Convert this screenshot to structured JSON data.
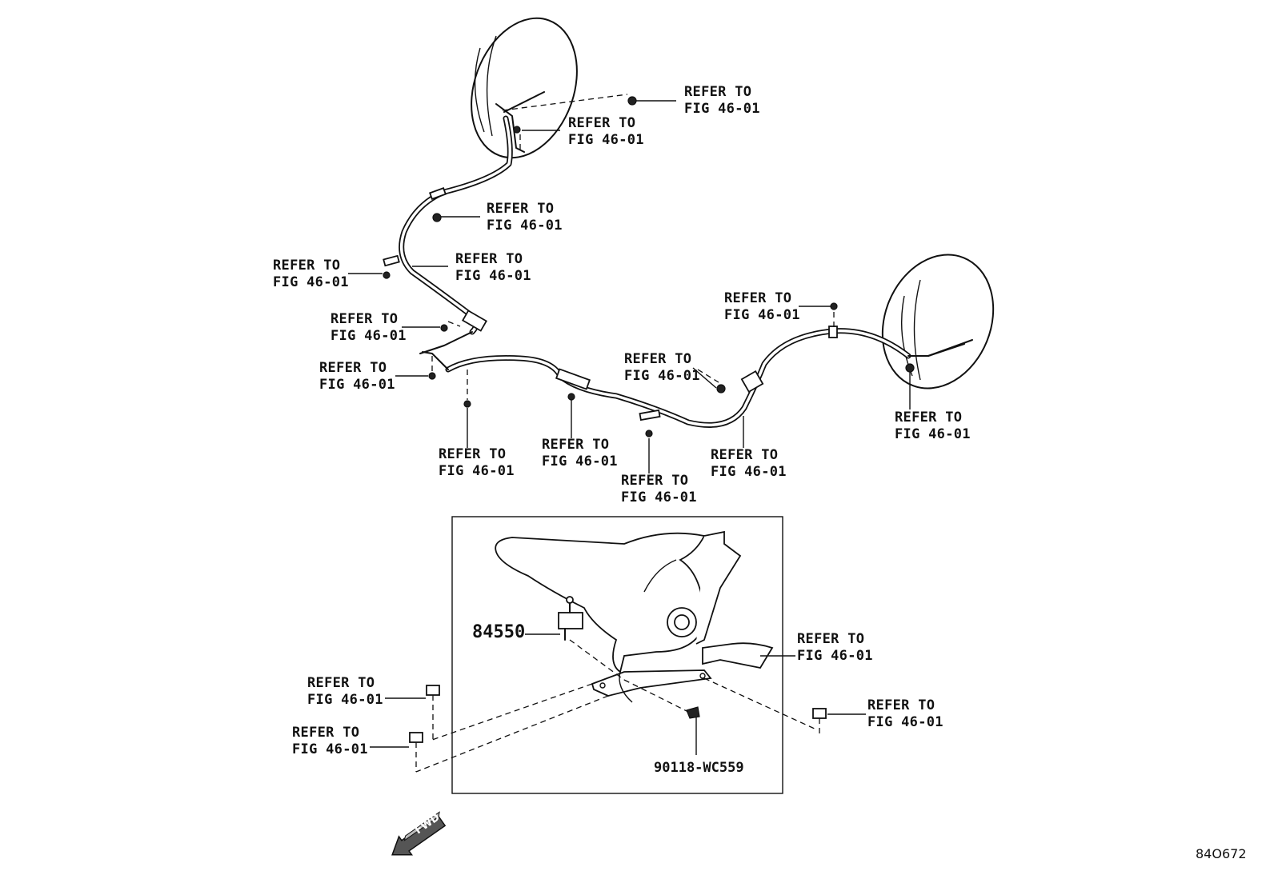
{
  "callouts": [
    {
      "line1": "REFER TO",
      "line2": "FIG 46-01"
    },
    {
      "line1": "REFER TO",
      "line2": "FIG 46-01"
    },
    {
      "line1": "REFER TO",
      "line2": "FIG 46-01"
    },
    {
      "line1": "REFER TO",
      "line2": "FIG 46-01"
    },
    {
      "line1": "REFER TO",
      "line2": "FIG 46-01"
    },
    {
      "line1": "REFER TO",
      "line2": "FIG 46-01"
    },
    {
      "line1": "REFER TO",
      "line2": "FIG 46-01"
    },
    {
      "line1": "REFER TO",
      "line2": "FIG 46-01"
    },
    {
      "line1": "REFER TO",
      "line2": "FIG 46-01"
    },
    {
      "line1": "REFER TO",
      "line2": "FIG 46-01"
    },
    {
      "line1": "REFER TO",
      "line2": "FIG 46-01"
    },
    {
      "line1": "REFER TO",
      "line2": "FIG 46-01"
    },
    {
      "line1": "REFER TO",
      "line2": "FIG 46-01"
    },
    {
      "line1": "REFER TO",
      "line2": "FIG 46-01"
    },
    {
      "line1": "REFER TO",
      "line2": "FIG 46-01"
    },
    {
      "line1": "REFER TO",
      "line2": "FIG 46-01"
    },
    {
      "line1": "REFER TO",
      "line2": "FIG 46-01"
    },
    {
      "line1": "REFER TO",
      "line2": "FIG 46-01"
    }
  ],
  "part_numbers": {
    "switch": "84550",
    "screw": "90118-WC559"
  },
  "fwd_arrow_text": "FWD",
  "figure_id": "84O672"
}
